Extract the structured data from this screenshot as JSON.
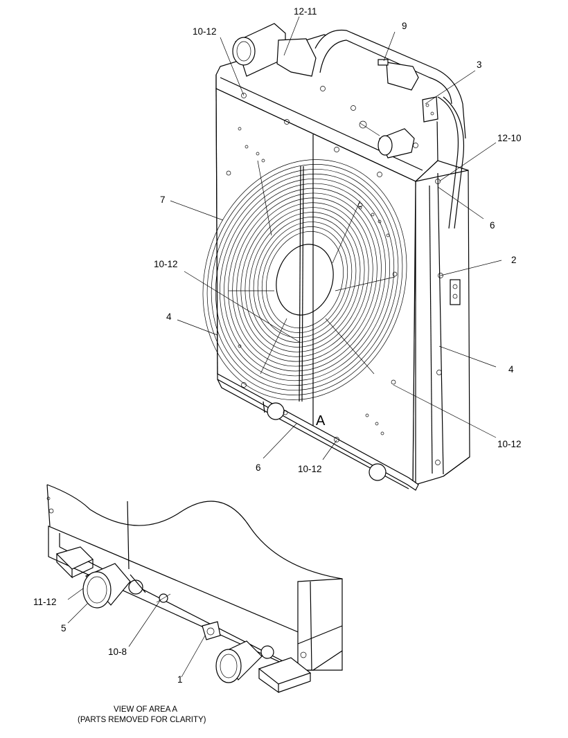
{
  "callouts": {
    "c_12_11": "12-11",
    "c_9": "9",
    "c_10_12_top": "10-12",
    "c_3": "3",
    "c_12_10": "12-10",
    "c_6_right": "6",
    "c_7": "7",
    "c_2": "2",
    "c_10_12_left": "10-12",
    "c_4_left": "4",
    "c_4_right": "4",
    "c_10_12_right": "10-12",
    "c_6_bottom": "6",
    "c_10_12_bottom": "10-12",
    "c_11_12": "11-12",
    "c_5": "5",
    "c_10_8": "10-8",
    "c_1": "1"
  },
  "area_marker": "A",
  "caption": {
    "line1": "VIEW OF AREA  A",
    "line2": "(PARTS REMOVED FOR CLARITY)"
  }
}
